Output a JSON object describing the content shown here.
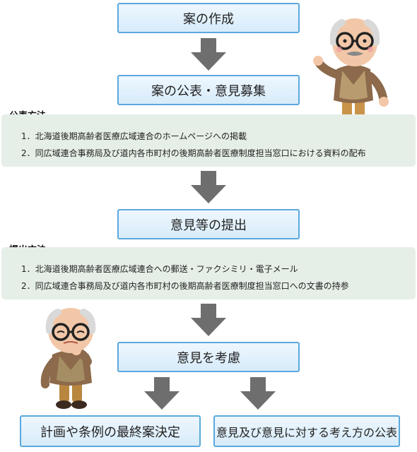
{
  "steps": {
    "draft": "案の作成",
    "publish": "案の公表・意見募集",
    "submit": "意見等の提出",
    "consider": "意見を考慮",
    "final": "計画や条例の最終案決定",
    "announce": "意見及び意見に対する考え方の公表"
  },
  "publish_method": {
    "heading": "公表方法",
    "items": [
      "1．北海道後期高齢者医療広域連合のホームページへの掲載",
      "2．同広域連合事務局及び道内各市町村の後期高齢者医療制度担当窓口における資料の配布"
    ]
  },
  "submit_method": {
    "heading": "提出方法",
    "items": [
      "1．北海道後期高齢者医療広域連合への郵送・ファクシミリ・電子メール",
      "2．同広域連合事務局及び道内各市町村の後期高齢者医療制度担当窓口への文書の持参"
    ]
  },
  "colors": {
    "box_border": "#5aa9dd",
    "box_fill": "#dcedfb",
    "arrow": "#6e6e6e",
    "panel": "#e6efe7"
  },
  "icons": [
    "old-man-pointing-icon",
    "old-man-thinking-icon",
    "arrow-down-icon"
  ]
}
